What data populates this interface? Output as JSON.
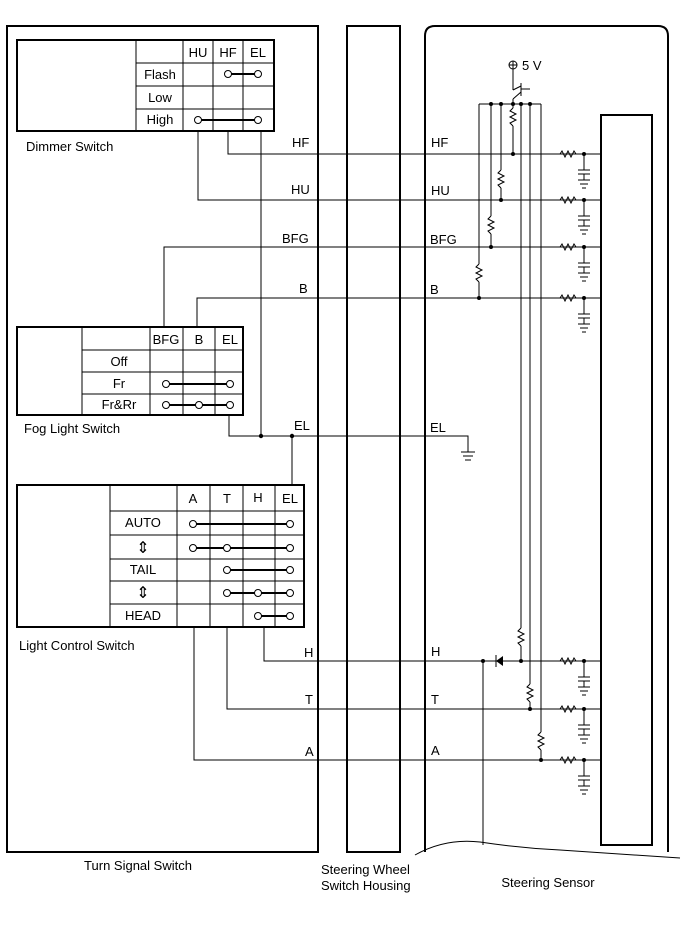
{
  "housings": {
    "turn_signal_switch": "Turn Signal Switch",
    "steering_wheel_switch_housing_line1": "Steering Wheel",
    "steering_wheel_switch_housing_line2": "Switch Housing",
    "steering_sensor": "Steering Sensor"
  },
  "dimmer_switch": {
    "title": "Dimmer Switch",
    "columns": [
      "HU",
      "HF",
      "EL"
    ],
    "rows": [
      "Flash",
      "Low",
      "High"
    ]
  },
  "fog_light_switch": {
    "title": "Fog Light Switch",
    "columns": [
      "BFG",
      "B",
      "EL"
    ],
    "rows": [
      "Off",
      "Fr",
      "Fr&Rr"
    ]
  },
  "light_control_switch": {
    "title": "Light Control Switch",
    "columns": [
      "A",
      "T",
      "H",
      "EL"
    ],
    "rows": [
      "AUTO",
      "⇕",
      "TAIL",
      "⇕",
      "HEAD"
    ]
  },
  "wires": {
    "left": [
      "HF",
      "HU",
      "BFG",
      "B",
      "EL",
      "H",
      "T",
      "A"
    ],
    "right": [
      "HF",
      "HU",
      "BFG",
      "B",
      "EL",
      "H",
      "T",
      "A"
    ]
  },
  "supply": "5 V"
}
